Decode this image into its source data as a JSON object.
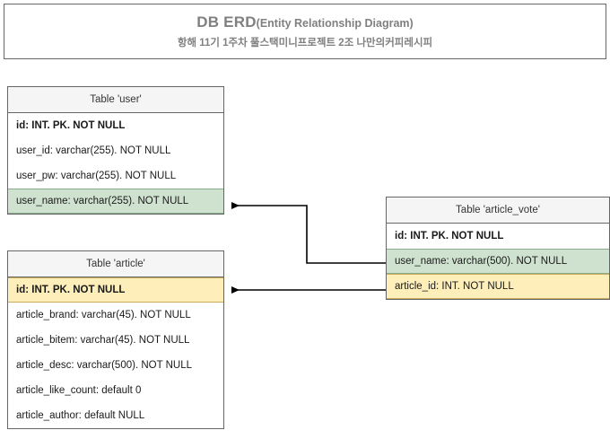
{
  "header": {
    "title_main": "DB ERD",
    "title_sub": "(Entity Relationship Diagram)",
    "subtitle": "항해 11기 1주차 풀스택미니프로젝트 2조 나만의커피레시피",
    "text_color": "#808080",
    "border_color": "#666666"
  },
  "colors": {
    "header_row_bg": "#f5f5f5",
    "green_row_bg": "#cfe2cf",
    "green_row_border": "#8aab8a",
    "yellow_row_bg": "#fdeeba",
    "yellow_row_border": "#c9ab5e",
    "table_border": "#666666",
    "connector": "#000000"
  },
  "tables": [
    {
      "id": "user",
      "header": "Table 'user'",
      "rows": [
        {
          "text": "id: INT. PK. NOT NULL",
          "style": "pk"
        },
        {
          "text": "user_id: varchar(255). NOT NULL",
          "style": "plain"
        },
        {
          "text": "user_pw: varchar(255). NOT NULL",
          "style": "plain"
        },
        {
          "text": "user_name: varchar(255). NOT NULL",
          "style": "green"
        }
      ]
    },
    {
      "id": "article",
      "header": "Table 'article'",
      "rows": [
        {
          "text": "id: INT. PK. NOT NULL",
          "style": "yellow pk"
        },
        {
          "text": "article_brand: varchar(45). NOT NULL",
          "style": "plain"
        },
        {
          "text": "article_bitem: varchar(45). NOT NULL",
          "style": "plain"
        },
        {
          "text": "article_desc: varchar(500). NOT NULL",
          "style": "plain"
        },
        {
          "text": "article_like_count: default 0",
          "style": "plain"
        },
        {
          "text": "article_author: default NULL",
          "style": "plain"
        }
      ]
    },
    {
      "id": "article_vote",
      "header": "Table 'article_vote'",
      "rows": [
        {
          "text": "id: INT. PK. NOT NULL",
          "style": "pk"
        },
        {
          "text": "user_name: varchar(500). NOT NULL",
          "style": "green"
        },
        {
          "text": "article_id: INT. NOT NULL",
          "style": "yellow"
        }
      ]
    }
  ],
  "relationships": [
    {
      "name": "article_vote.user_name -> user.user_name",
      "from_table": "article_vote",
      "from_field": "user_name",
      "to_table": "user",
      "to_field": "user_name"
    },
    {
      "name": "article_vote.article_id -> article.id",
      "from_table": "article_vote",
      "from_field": "article_id",
      "to_table": "article",
      "to_field": "id"
    }
  ]
}
